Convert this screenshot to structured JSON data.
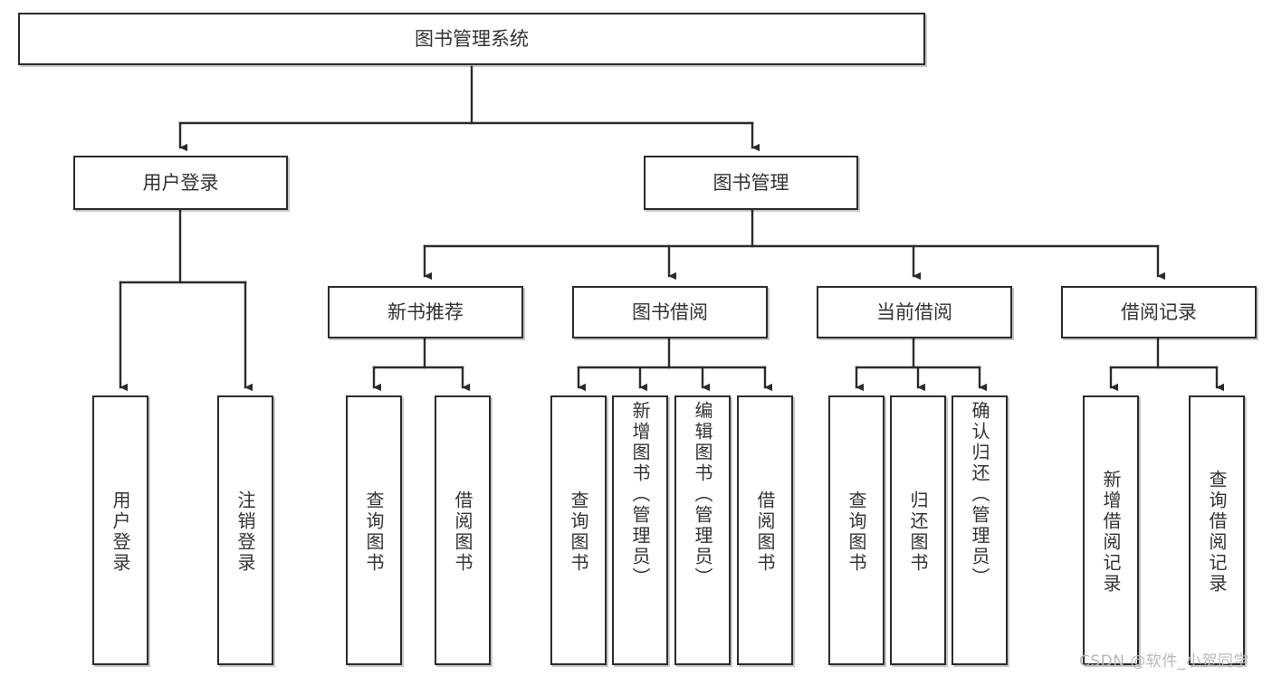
{
  "diagram": {
    "type": "tree-hierarchy-diagram",
    "title": "图书管理系统",
    "colors": {
      "stroke": "#2b2b2b",
      "fill": "#ffffff",
      "text": "#333333",
      "watermark": "#b9b9b9"
    },
    "root": {
      "label": "图书管理系统",
      "id": "root"
    },
    "level2": [
      {
        "id": "user-login",
        "label": "用户登录"
      },
      {
        "id": "book-management",
        "label": "图书管理"
      }
    ],
    "level3": [
      {
        "id": "new-book-recommend",
        "label": "新书推荐",
        "parent": "book-management"
      },
      {
        "id": "book-borrow",
        "label": "图书借阅",
        "parent": "book-management"
      },
      {
        "id": "current-borrow",
        "label": "当前借阅",
        "parent": "book-management"
      },
      {
        "id": "borrow-record",
        "label": "借阅记录",
        "parent": "book-management"
      }
    ],
    "leaves": [
      {
        "id": "leaf-user-login",
        "label": "用户登录",
        "parent": "user-login",
        "align": "center"
      },
      {
        "id": "leaf-logout-login",
        "label": "注销登录",
        "parent": "user-login",
        "align": "center"
      },
      {
        "id": "leaf-query-book-1",
        "label": "查询图书",
        "parent": "new-book-recommend",
        "align": "center"
      },
      {
        "id": "leaf-borrow-book-1",
        "label": "借阅图书",
        "parent": "new-book-recommend",
        "align": "center"
      },
      {
        "id": "leaf-query-book-2",
        "label": "查询图书",
        "parent": "book-borrow",
        "align": "center"
      },
      {
        "id": "leaf-add-book",
        "label": "新增图书（管理员）",
        "parent": "book-borrow",
        "align": "top"
      },
      {
        "id": "leaf-edit-book",
        "label": "编辑图书（管理员）",
        "parent": "book-borrow",
        "align": "top"
      },
      {
        "id": "leaf-borrow-book-2",
        "label": "借阅图书",
        "parent": "book-borrow",
        "align": "center"
      },
      {
        "id": "leaf-query-book-3",
        "label": "查询图书",
        "parent": "current-borrow",
        "align": "center"
      },
      {
        "id": "leaf-return-book",
        "label": "归还图书",
        "parent": "current-borrow",
        "align": "center"
      },
      {
        "id": "leaf-confirm-return",
        "label": "确认归还（管理员）",
        "parent": "current-borrow",
        "align": "top"
      },
      {
        "id": "leaf-add-record",
        "label": "新增借阅记录",
        "parent": "borrow-record",
        "align": "center"
      },
      {
        "id": "leaf-query-record",
        "label": "查询借阅记录",
        "parent": "borrow-record",
        "align": "center"
      }
    ]
  },
  "watermark": {
    "text": "CSDN @软件_小贺同学"
  }
}
